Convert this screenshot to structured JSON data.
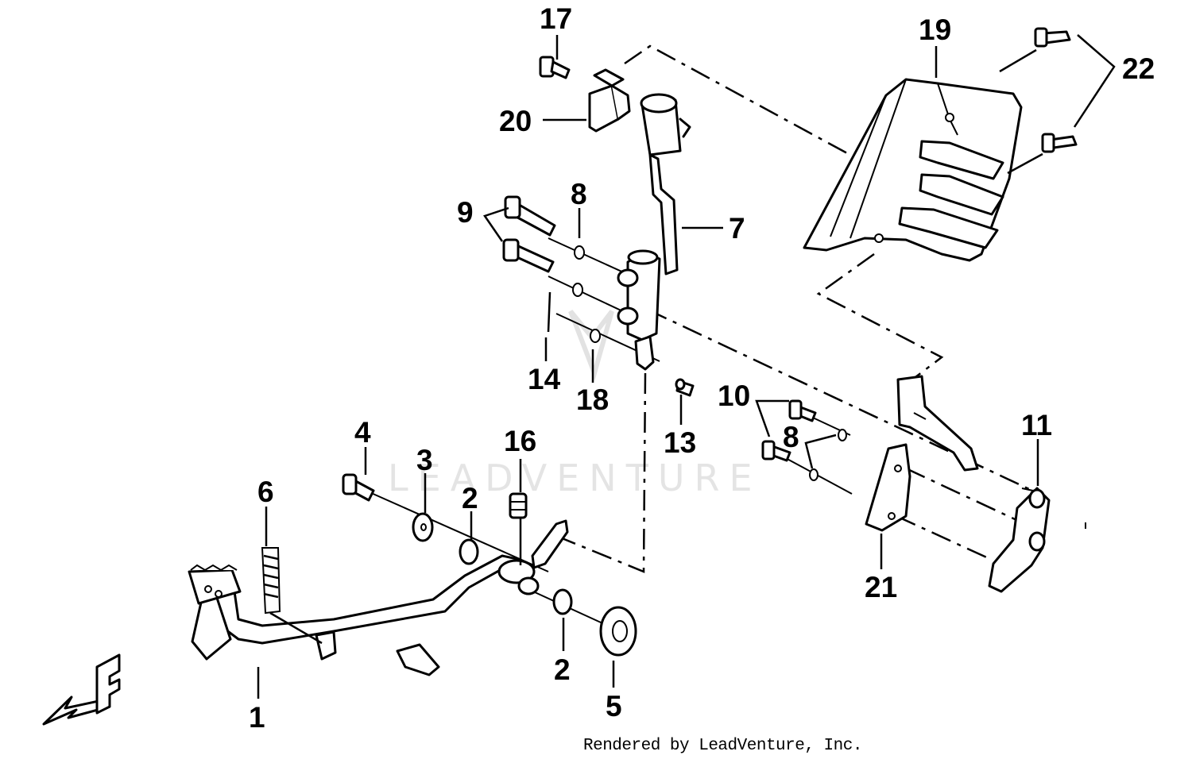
{
  "diagram": {
    "callouts": [
      {
        "id": "c1",
        "label": "1"
      },
      {
        "id": "c2a",
        "label": "2"
      },
      {
        "id": "c2b",
        "label": "2"
      },
      {
        "id": "c3",
        "label": "3"
      },
      {
        "id": "c4",
        "label": "4"
      },
      {
        "id": "c5",
        "label": "5"
      },
      {
        "id": "c6",
        "label": "6"
      },
      {
        "id": "c7",
        "label": "7"
      },
      {
        "id": "c8a",
        "label": "8"
      },
      {
        "id": "c8b",
        "label": "8"
      },
      {
        "id": "c9",
        "label": "9"
      },
      {
        "id": "c10",
        "label": "10"
      },
      {
        "id": "c11",
        "label": "11"
      },
      {
        "id": "c13",
        "label": "13"
      },
      {
        "id": "c14",
        "label": "14"
      },
      {
        "id": "c16",
        "label": "16"
      },
      {
        "id": "c17",
        "label": "17"
      },
      {
        "id": "c18",
        "label": "18"
      },
      {
        "id": "c19",
        "label": "19"
      },
      {
        "id": "c20",
        "label": "20"
      },
      {
        "id": "c21",
        "label": "21"
      },
      {
        "id": "c22",
        "label": "22"
      }
    ],
    "front_marker": "F",
    "watermark": "LEADVENTURE",
    "footer": "Rendered by LeadVenture, Inc."
  }
}
